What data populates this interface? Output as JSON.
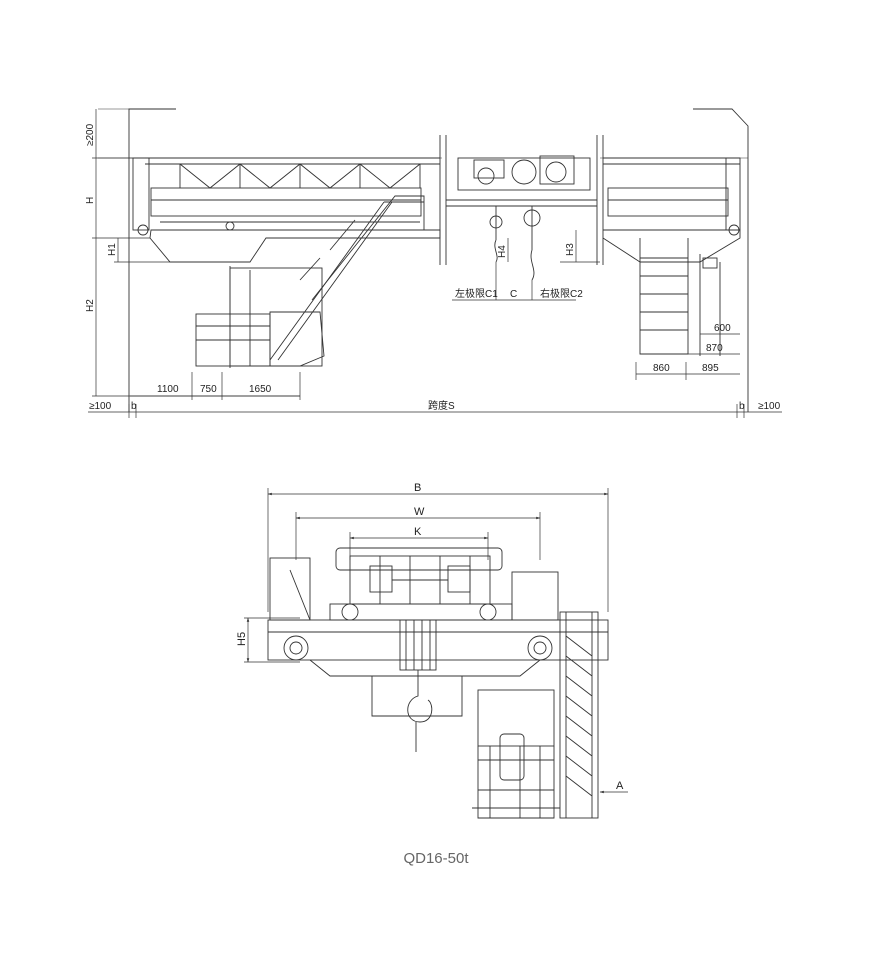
{
  "caption": "QD16-50t",
  "front_view": {
    "dims": {
      "top_clearance": "≥200",
      "h_vertical": "H",
      "h1": "H1",
      "h2": "H2",
      "h3": "H3",
      "h4": "H4",
      "left_limit_c1": "左极限C1",
      "c": "C",
      "right_limit_c2": "右极限C2",
      "d600": "600",
      "d870": "870",
      "d860": "860",
      "d895": "895",
      "d1100": "1100",
      "d750": "750",
      "d1650": "1650",
      "left_gap": "≥100",
      "b_left": "b",
      "span": "跨度S",
      "b_right": "b",
      "right_gap": "≥100"
    }
  },
  "side_view": {
    "dims": {
      "b": "B",
      "w": "W",
      "k": "K",
      "h5": "H5",
      "a": "A"
    }
  }
}
